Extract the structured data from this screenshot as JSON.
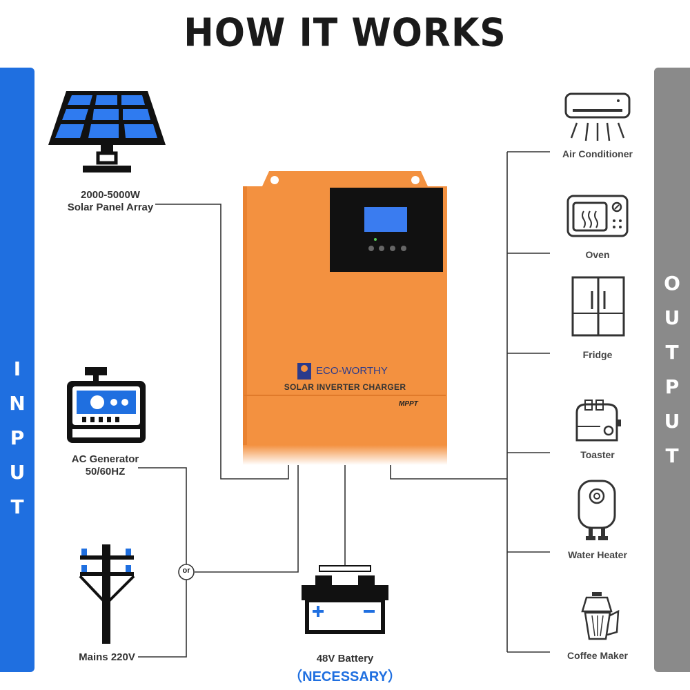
{
  "title": "HOW IT WORKS",
  "input_label": [
    "I",
    "N",
    "P",
    "U",
    "T"
  ],
  "output_label": [
    "O",
    "U",
    "T",
    "P",
    "U",
    "T"
  ],
  "inputs": {
    "solar": {
      "line1": "2000-5000W",
      "line2": "Solar Panel Array"
    },
    "generator": {
      "line1": "AC Generator",
      "line2": "50/60HZ"
    },
    "mains": {
      "label": "Mains 220V"
    },
    "or_label": "or"
  },
  "inverter": {
    "brand": "ECO-WORTHY",
    "subtitle": "SOLAR INVERTER CHARGER",
    "mppt": "MPPT"
  },
  "battery": {
    "label": "48V Battery",
    "note": "（NECESSARY）"
  },
  "outputs": [
    {
      "label": "Air Conditioner",
      "icon": "air-conditioner-icon"
    },
    {
      "label": "Oven",
      "icon": "oven-icon"
    },
    {
      "label": "Fridge",
      "icon": "fridge-icon"
    },
    {
      "label": "Toaster",
      "icon": "toaster-icon"
    },
    {
      "label": "Water Heater",
      "icon": "water-heater-icon"
    },
    {
      "label": "Coffee Maker",
      "icon": "coffee-maker-icon"
    }
  ],
  "colors": {
    "input_bar": "#1f6fe0",
    "output_bar": "#8a8a8a",
    "inverter": "#f39140"
  }
}
